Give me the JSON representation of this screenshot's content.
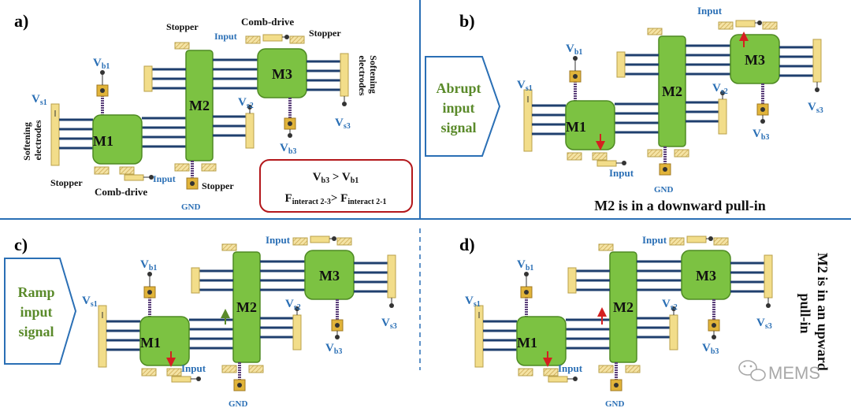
{
  "panels": [
    {
      "tag": "a)"
    },
    {
      "tag": "b)"
    },
    {
      "tag": "c)"
    },
    {
      "tag": "d)"
    }
  ],
  "masses": {
    "m1": "M1",
    "m2": "M2",
    "m3": "M3"
  },
  "labels": {
    "vb1_main": "V",
    "vb1_sub": "b1",
    "vs1_main": "V",
    "vs1_sub": "s1",
    "vs2_main": "V",
    "vs2_sub": "s2",
    "vs3_main": "V",
    "vs3_sub": "s3",
    "vb3_main": "V",
    "vb3_sub": "b3",
    "gnd": "GND",
    "input": "Input",
    "stopper": "Stopper",
    "comb_drive": "Comb-drive",
    "softening_electrodes": "Softening electrodes",
    "softening_line1": "Softening",
    "softening_line2": "electrodes"
  },
  "condition_box": {
    "line1_a": "V",
    "line1_a_sub": "b3",
    "line1_op": " > ",
    "line1_b": "V",
    "line1_b_sub": "b1",
    "line2_a": "F",
    "line2_a_sub": "interact 2-3",
    "line2_op": "> ",
    "line2_b": "F",
    "line2_b_sub": "interact 2-1"
  },
  "signals": {
    "abrupt": [
      "Abrupt",
      "input",
      "signal"
    ],
    "ramp": [
      "Ramp",
      "input",
      "signal"
    ]
  },
  "captions": {
    "b": "M2 is in a downward pull-in",
    "d_line1": "M2 is in an upward",
    "d_line2": "pull-in"
  },
  "watermark": "MEMS",
  "colors": {
    "mass_fill": "#7cc242",
    "mass_stroke": "#4e8a23",
    "comb_blue": "#1f3f6e",
    "comb_purple": "#5b3f7a",
    "anchor_fill": "#f2dd8a",
    "label_blue": "#2a6fb5",
    "divider": "#2a6fb5",
    "arrow_red": "#d42020",
    "arrow_green": "#5a8a2a"
  },
  "icons": [
    "wechat-icon"
  ]
}
